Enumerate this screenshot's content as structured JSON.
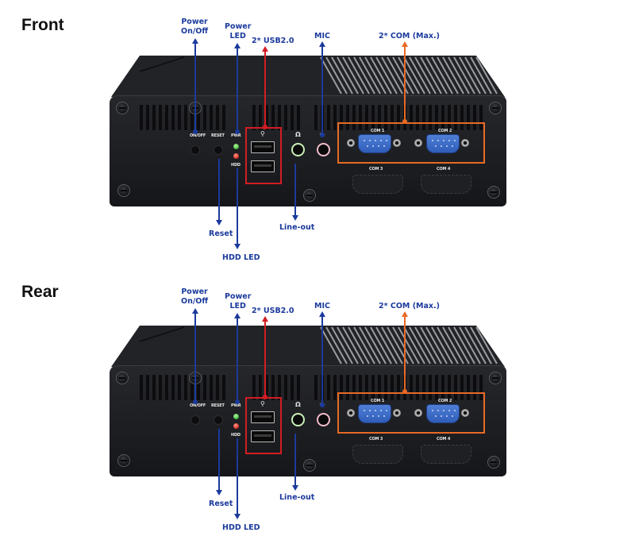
{
  "colors": {
    "callout_blue": "#1b3a9c",
    "usb_red": "#d21d22",
    "com_orange": "#e86a25",
    "chassis": "#1e1f22",
    "led_green": "#3db83a",
    "led_red": "#d32a1e"
  },
  "panels": [
    {
      "title": "Front",
      "callouts_top": {
        "power_onoff": [
          "Power",
          "On/Off"
        ],
        "power_led": [
          "Power",
          "LED"
        ],
        "usb": "2* USB2.0",
        "mic": "MIC",
        "com": "2* COM (Max.)"
      },
      "callouts_bottom": {
        "reset": "Reset",
        "hdd_led": "HDD LED",
        "line_out": "Line-out"
      },
      "panel_labels": {
        "onoff": "ON/OFF",
        "reset": "RESET",
        "pwr": "PWR",
        "hdd": "HDD",
        "com1": "COM 1",
        "com2": "COM 2",
        "com3": "COM 3",
        "com4": "COM 4"
      },
      "icons": {
        "usb": "usb-icon",
        "headphone": "headphone-icon",
        "mic": "microphone-icon"
      }
    },
    {
      "title": "Rear",
      "callouts_top": {
        "power_onoff": [
          "Power",
          "On/Off"
        ],
        "power_led": [
          "Power",
          "LED"
        ],
        "usb": "2* USB2.0",
        "mic": "MIC",
        "com": "2* COM (Max.)"
      },
      "callouts_bottom": {
        "reset": "Reset",
        "hdd_led": "HDD LED",
        "line_out": "Line-out"
      },
      "panel_labels": {
        "onoff": "ON/OFF",
        "reset": "RESET",
        "pwr": "PWR",
        "hdd": "HDD",
        "com1": "COM 1",
        "com2": "COM 2",
        "com3": "COM 3",
        "com4": "COM 4"
      },
      "icons": {
        "usb": "usb-icon",
        "headphone": "headphone-icon",
        "mic": "microphone-icon"
      }
    }
  ]
}
